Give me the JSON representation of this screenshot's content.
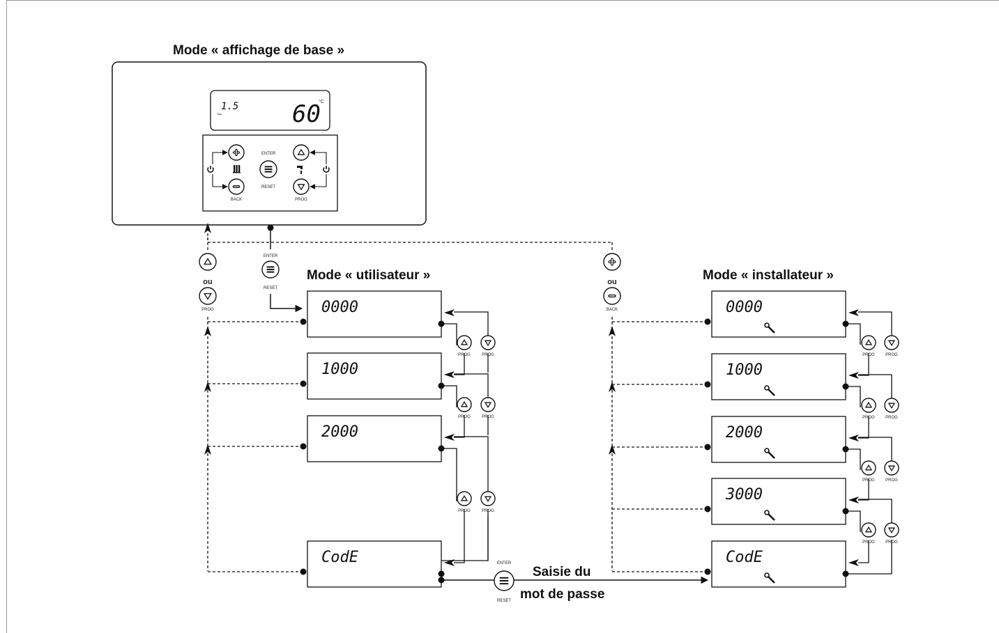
{
  "titles": {
    "base": "Mode « affichage de base »",
    "user": "Mode « utilisateur »",
    "installer": "Mode « installateur »",
    "password_line1": "Saisie du",
    "password_line2": "mot de passe"
  },
  "base_display": {
    "pressure": "1.5",
    "pressure_unit": "Bar",
    "temperature": "60",
    "temperature_unit": "°C"
  },
  "keypad": {
    "enter": "ENTER",
    "reset": "RESET",
    "back": "BACK",
    "prog": "PROG"
  },
  "or_label": "ou",
  "user_screens": [
    "0000",
    "1000",
    "2000",
    "CodE"
  ],
  "installer_screens": [
    "0000",
    "1000",
    "2000",
    "3000",
    "CodE"
  ],
  "icons": {
    "plus": "plus-icon",
    "minus": "minus-icon",
    "up": "up-arrow-icon",
    "down": "down-arrow-icon",
    "menu": "menu-icon",
    "power": "power-icon",
    "radiator": "radiator-icon",
    "tap": "tap-icon",
    "wrench": "wrench-icon"
  }
}
